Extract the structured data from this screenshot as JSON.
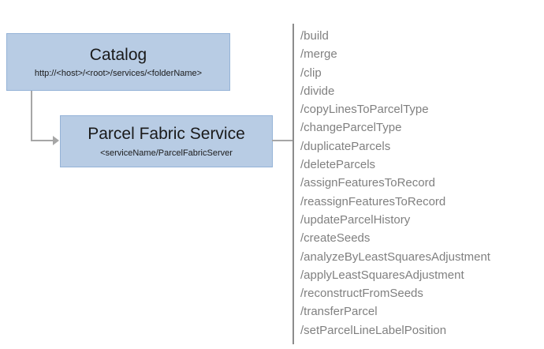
{
  "colors": {
    "box_fill": "#b8cce4",
    "box_border": "#95b3d7",
    "connector": "#a6a6a6",
    "divider": "#8c8c8c",
    "list_text": "#808080"
  },
  "catalog": {
    "title": "Catalog",
    "subtitle": "http://<host>/<root>/services/<folderName>"
  },
  "service": {
    "title": "Parcel Fabric Service",
    "subtitle": "<serviceName/ParcelFabricServer"
  },
  "operations": [
    "/build",
    "/merge",
    "/clip",
    "/divide",
    "/copyLinesToParcelType",
    "/changeParcelType",
    "/duplicateParcels",
    "/deleteParcels",
    "/assignFeaturesToRecord",
    "/reassignFeaturesToRecord",
    "/updateParcelHistory",
    "/createSeeds",
    "/analyzeByLeastSquaresAdjustment",
    "/applyLeastSquaresAdjustment",
    "/reconstructFromSeeds",
    "/transferParcel",
    "/setParcelLineLabelPosition"
  ]
}
